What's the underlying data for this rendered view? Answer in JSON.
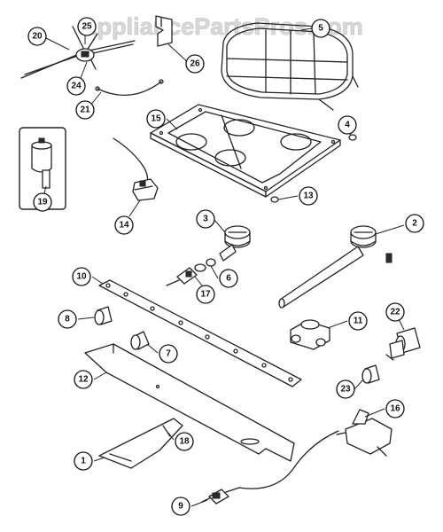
{
  "watermark": "AppliancePartsPros.com",
  "callouts": [
    {
      "id": "c1",
      "label": "1"
    },
    {
      "id": "c2",
      "label": "2"
    },
    {
      "id": "c3",
      "label": "3"
    },
    {
      "id": "c4",
      "label": "4"
    },
    {
      "id": "c5",
      "label": "5"
    },
    {
      "id": "c6",
      "label": "6"
    },
    {
      "id": "c7",
      "label": "7"
    },
    {
      "id": "c8",
      "label": "8"
    },
    {
      "id": "c9",
      "label": "9"
    },
    {
      "id": "c10",
      "label": "10"
    },
    {
      "id": "c11",
      "label": "11"
    },
    {
      "id": "c12",
      "label": "12"
    },
    {
      "id": "c13",
      "label": "13"
    },
    {
      "id": "c14",
      "label": "14"
    },
    {
      "id": "c15",
      "label": "15"
    },
    {
      "id": "c16",
      "label": "16"
    },
    {
      "id": "c17",
      "label": "17"
    },
    {
      "id": "c18",
      "label": "18"
    },
    {
      "id": "c19",
      "label": "19"
    },
    {
      "id": "c20",
      "label": "20"
    },
    {
      "id": "c21",
      "label": "21"
    },
    {
      "id": "c22",
      "label": "22"
    },
    {
      "id": "c23",
      "label": "23"
    },
    {
      "id": "c24",
      "label": "24"
    },
    {
      "id": "c25",
      "label": "25"
    },
    {
      "id": "c26",
      "label": "26"
    }
  ]
}
